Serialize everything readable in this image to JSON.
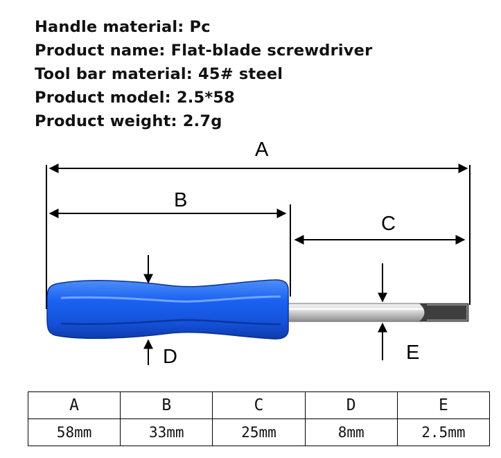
{
  "specs": [
    "Handle material: Pc",
    "Product name: Flat-blade screwdriver",
    "Tool bar material: 45# steel",
    "Product model: 2.5*58",
    "Product weight: 2.7g"
  ],
  "diagram": {
    "labels": {
      "a": "A",
      "b": "B",
      "c": "C",
      "d": "D",
      "e": "E"
    },
    "colors": {
      "handle": "#1a5ff0",
      "shaft": "#c9c9c9",
      "line": "#000000"
    }
  },
  "table": {
    "headers": [
      "A",
      "B",
      "C",
      "D",
      "E"
    ],
    "values": [
      "58mm",
      "33mm",
      "25mm",
      "8mm",
      "2.5mm"
    ]
  }
}
